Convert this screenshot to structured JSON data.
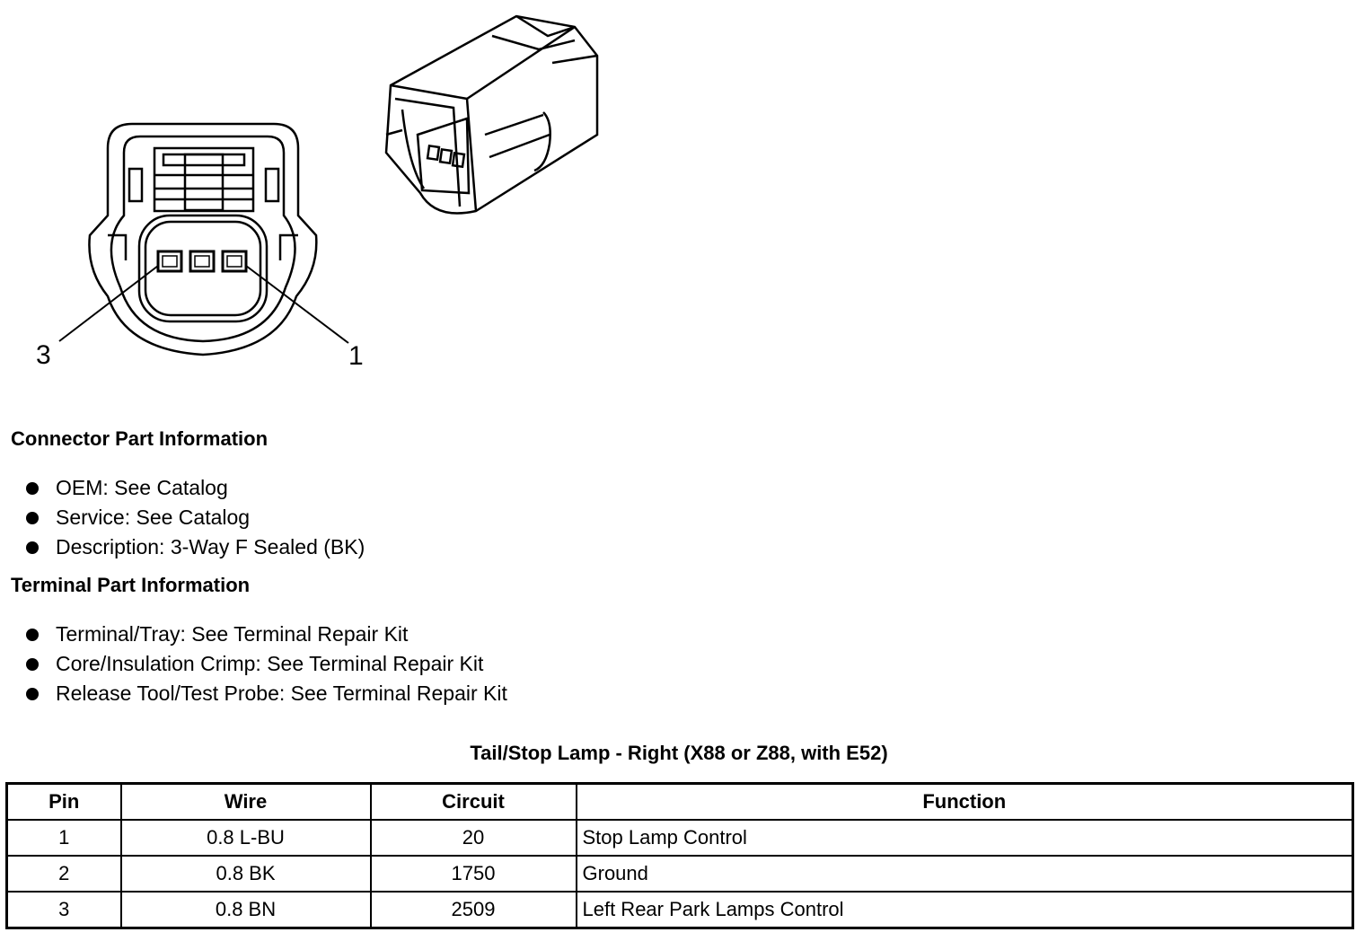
{
  "diagram": {
    "pin_labels": [
      "3",
      "1"
    ]
  },
  "connector_info": {
    "heading": "Connector Part Information",
    "items": [
      "OEM: See Catalog",
      "Service: See Catalog",
      "Description: 3-Way F Sealed (BK)"
    ]
  },
  "terminal_info": {
    "heading": "Terminal Part Information",
    "items": [
      "Terminal/Tray: See Terminal Repair Kit",
      "Core/Insulation Crimp: See Terminal Repair Kit",
      "Release Tool/Test Probe: See Terminal Repair Kit"
    ]
  },
  "pin_table": {
    "title": "Tail/Stop Lamp - Right (X88 or Z88, with E52)",
    "headers": [
      "Pin",
      "Wire",
      "Circuit",
      "Function"
    ],
    "rows": [
      [
        "1",
        "0.8 L-BU",
        "20",
        "Stop Lamp Control"
      ],
      [
        "2",
        "0.8 BK",
        "1750",
        "Ground"
      ],
      [
        "3",
        "0.8 BN",
        "2509",
        "Left Rear Park Lamps Control"
      ]
    ]
  }
}
